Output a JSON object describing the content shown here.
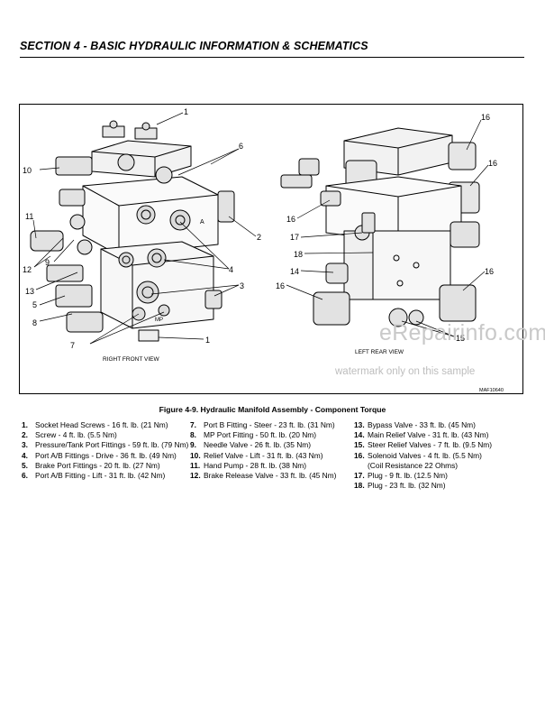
{
  "header": {
    "section_title": "SECTION 4 - BASIC HYDRAULIC INFORMATION & SCHEMATICS"
  },
  "figure": {
    "right_front_view_label": "RIGHT FRONT VIEW",
    "left_rear_view_label": "LEFT REAR VIEW",
    "drawing_id": "MAF10640",
    "callouts_left": [
      "1",
      "6",
      "10",
      "2",
      "11",
      "12",
      "9",
      "13",
      "5",
      "4",
      "8",
      "3",
      "7",
      "1"
    ],
    "callouts_right": [
      "16",
      "16",
      "16",
      "17",
      "18",
      "14",
      "16",
      "16",
      "15"
    ],
    "caption": "Figure 4-9.  Hydraulic Manifold Assembly - Component Torque"
  },
  "legend": {
    "col1": [
      {
        "num": "1.",
        "text": "Socket Head Screws - 16 ft. lb. (21 Nm)"
      },
      {
        "num": "2.",
        "text": "Screw - 4 ft. lb. (5.5 Nm)"
      },
      {
        "num": "3.",
        "text": "Pressure/Tank Port Fittings - 59 ft. lb. (79 Nm)"
      },
      {
        "num": "4.",
        "text": "Port A/B Fittings - Drive - 36 ft. lb. (49 Nm)"
      },
      {
        "num": "5.",
        "text": "Brake Port Fittings - 20 ft. lb. (27 Nm)"
      },
      {
        "num": "6.",
        "text": "Port A/B Fitting - Lift - 31 ft. lb. (42 Nm)"
      }
    ],
    "col2": [
      {
        "num": "7.",
        "text": "Port B Fitting - Steer - 23 ft. lb. (31 Nm)"
      },
      {
        "num": "8.",
        "text": "MP Port Fitting - 50 ft. lb. (20 Nm)"
      },
      {
        "num": "9.",
        "text": "Needle Valve - 26 ft. lb. (35 Nm)"
      },
      {
        "num": "10.",
        "text": "Relief Valve - Lift - 31 ft. lb. (43 Nm)"
      },
      {
        "num": "11.",
        "text": "Hand Pump - 28 ft. lb. (38 Nm)"
      },
      {
        "num": "12.",
        "text": "Brake Release Valve - 33 ft. lb. (45 Nm)"
      }
    ],
    "col3": [
      {
        "num": "13.",
        "text": "Bypass Valve - 33 ft. lb. (45 Nm)"
      },
      {
        "num": "14.",
        "text": "Main Relief Valve - 31 ft. lb. (43 Nm)"
      },
      {
        "num": "15.",
        "text": "Steer Relief Valves - 7 ft. lb. (9.5 Nm)"
      },
      {
        "num": "16.",
        "text": "Solenoid Valves - 4 ft. lb. (5.5 Nm)",
        "cont": "(Coil Resistance 22 Ohms)"
      },
      {
        "num": "17.",
        "text": "Plug - 9 ft. lb. (12.5 Nm)"
      },
      {
        "num": "18.",
        "text": "Plug - 23 ft. lb. (32 Nm)"
      }
    ]
  },
  "watermark": {
    "brand": "eRepairinfo.com",
    "notice": "watermark only on this sample"
  }
}
